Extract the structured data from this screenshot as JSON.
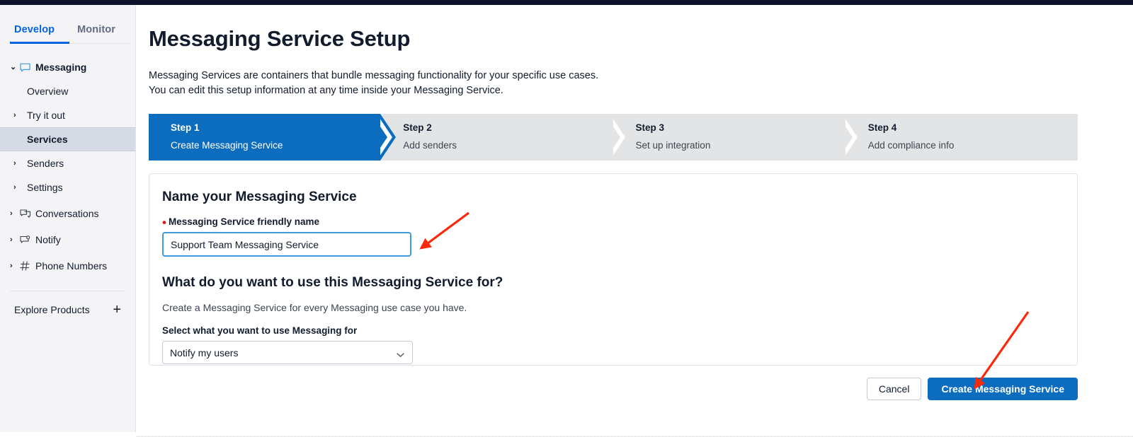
{
  "sidebar": {
    "tabs": [
      {
        "label": "Develop",
        "active": true
      },
      {
        "label": "Monitor",
        "active": false
      }
    ],
    "nav": [
      {
        "label": "Messaging",
        "icon": "chat-bubble-icon",
        "caret": "⌄",
        "level": "top",
        "bold": true
      },
      {
        "label": "Overview",
        "icon": "",
        "caret": "",
        "level": "sub",
        "bold": false
      },
      {
        "label": "Try it out",
        "icon": "",
        "caret": "›",
        "level": "sub",
        "bold": false
      },
      {
        "label": "Services",
        "icon": "",
        "caret": "",
        "level": "sub",
        "bold": true,
        "selected": true
      },
      {
        "label": "Senders",
        "icon": "",
        "caret": "›",
        "level": "sub",
        "bold": false
      },
      {
        "label": "Settings",
        "icon": "",
        "caret": "›",
        "level": "sub",
        "bold": false
      },
      {
        "label": "Conversations",
        "icon": "conversations-icon",
        "caret": "›",
        "level": "top",
        "bold": false
      },
      {
        "label": "Notify",
        "icon": "notify-icon",
        "caret": "›",
        "level": "top",
        "bold": false
      },
      {
        "label": "Phone Numbers",
        "icon": "hash-icon",
        "caret": "›",
        "level": "top",
        "bold": false
      }
    ],
    "explore": {
      "label": "Explore Products",
      "add_icon": "plus-icon"
    }
  },
  "main": {
    "page_title": "Messaging Service Setup",
    "intro_line1": "Messaging Services are containers that bundle messaging functionality for your specific use cases.",
    "intro_line2": "You can edit this setup information at any time inside your Messaging Service.",
    "steps": [
      {
        "number": "Step 1",
        "label": "Create Messaging Service",
        "active": true
      },
      {
        "number": "Step 2",
        "label": "Add senders",
        "active": false
      },
      {
        "number": "Step 3",
        "label": "Set up integration",
        "active": false
      },
      {
        "number": "Step 4",
        "label": "Add compliance info",
        "active": false
      }
    ],
    "name_section": {
      "heading": "Name your Messaging Service",
      "field_label": "Messaging Service friendly name",
      "required_marker": "•",
      "input_value": "Support Team Messaging Service",
      "input_placeholder": "Messaging Service friendly name"
    },
    "usecase_section": {
      "heading": "What do you want to use this Messaging Service for?",
      "helper": "Create a Messaging Service for every Messaging use case you have.",
      "field_label": "Select what you want to use Messaging for",
      "selected_value": "Notify my users",
      "options": [
        "Notify my users"
      ],
      "chevron_icon": "chevron-down-icon"
    },
    "footer": {
      "cancel_label": "Cancel",
      "submit_label": "Create Messaging Service"
    }
  },
  "colors": {
    "accent_blue": "#0263e0",
    "step_active_blue": "#0c6cbd",
    "primary_button": "#0c6cbd",
    "focus_border": "#3f9bdc",
    "required_red": "#d61f1f",
    "annotation_red": "#f92a0c",
    "sidebar_bg": "#f4f4f6",
    "selected_row": "#d6dae4",
    "step_inactive": "#e3e4e6",
    "topbar_navy": "#0d122b"
  }
}
